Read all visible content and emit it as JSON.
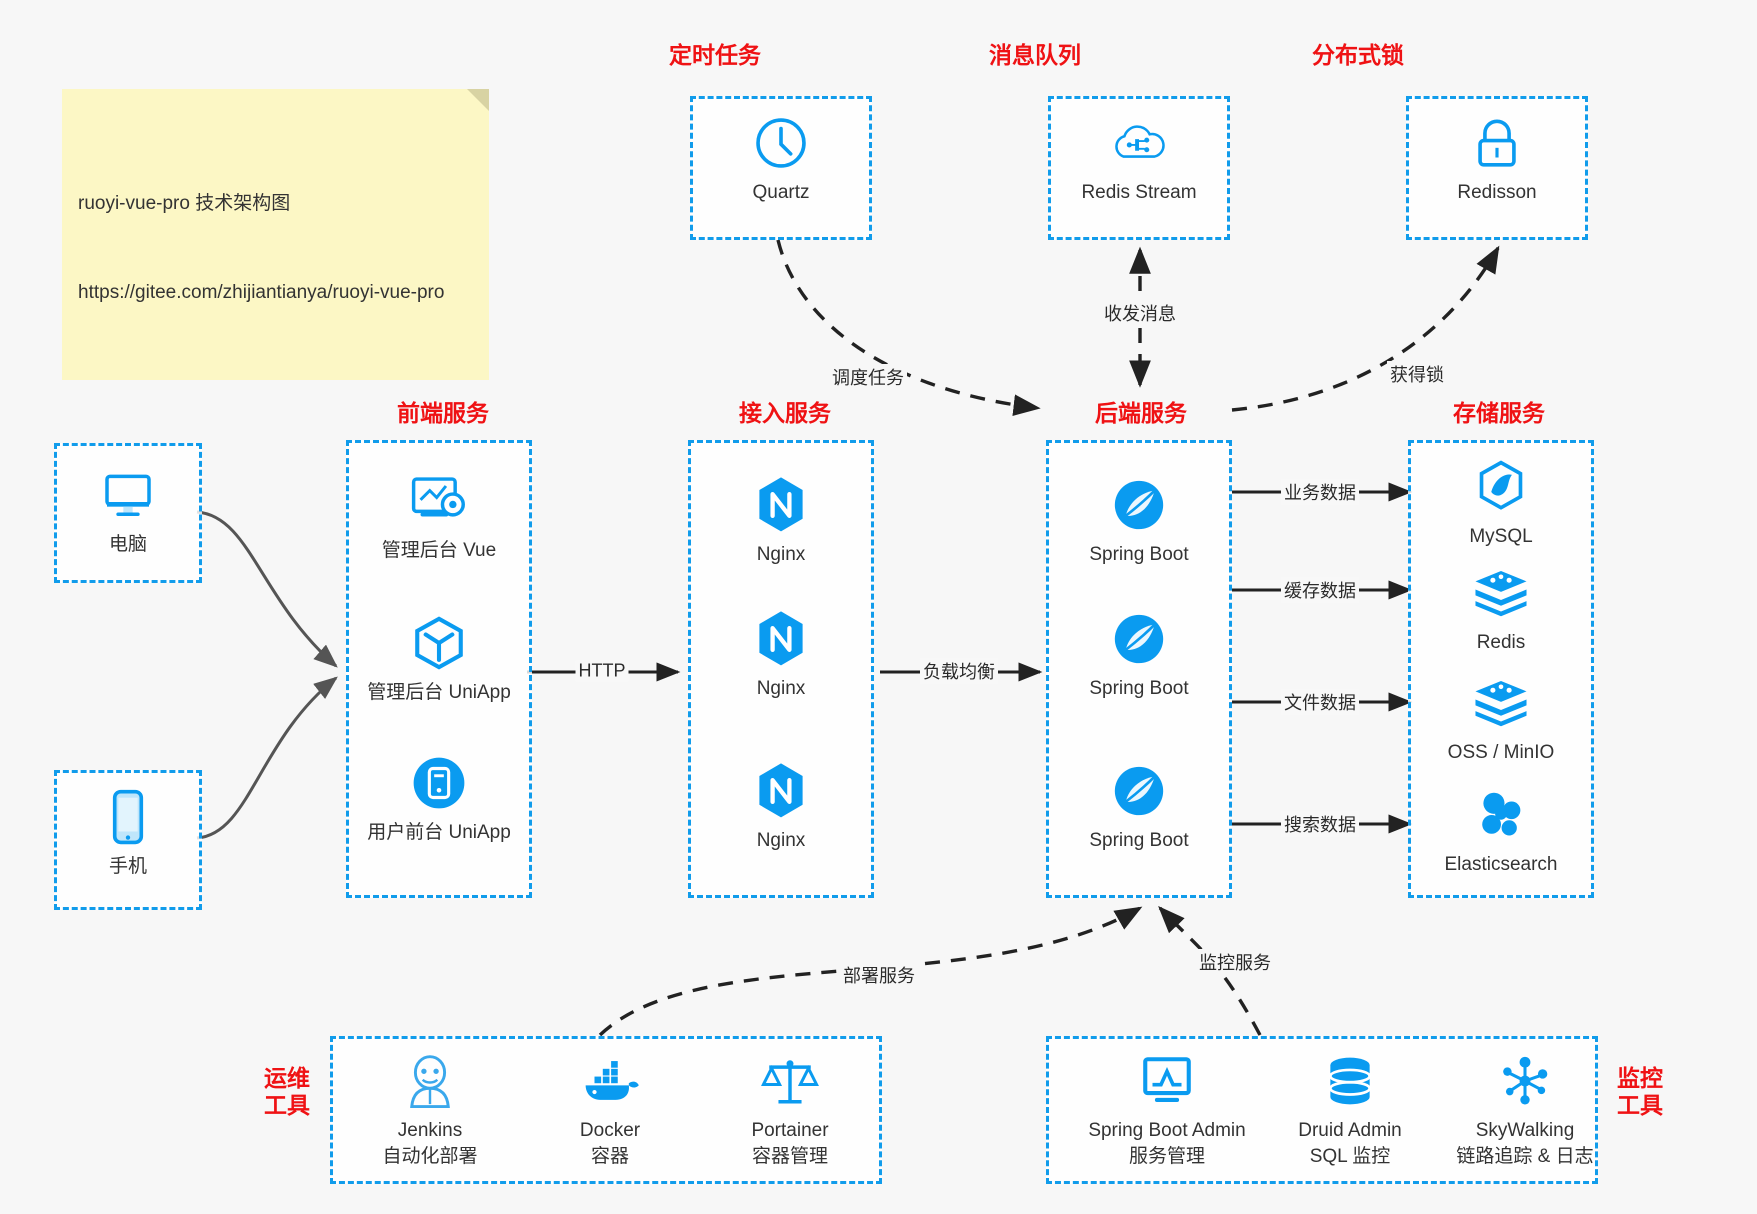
{
  "note": {
    "line1": "ruoyi-vue-pro 技术架构图",
    "line2": "https://gitee.com/zhijiantianya/ruoyi-vue-pro"
  },
  "colors": {
    "accent_blue": "#119ceb",
    "title_red": "#ef1214",
    "text": "#333333",
    "background": "#f7f7f7",
    "note_bg": "#fcf7c5",
    "arrow_gray": "#555555",
    "arrow_black": "#222222"
  },
  "groups": {
    "scheduler": {
      "title": "定时任务",
      "nodes": [
        {
          "label": "Quartz",
          "icon": "clock-icon"
        }
      ]
    },
    "mq": {
      "title": "消息队列",
      "nodes": [
        {
          "label": "Redis Stream",
          "icon": "cloud-network-icon"
        }
      ]
    },
    "lock": {
      "title": "分布式锁",
      "nodes": [
        {
          "label": "Redisson",
          "icon": "padlock-icon"
        }
      ]
    },
    "clients": {
      "nodes": [
        {
          "label": "电脑",
          "icon": "desktop-monitor-icon"
        },
        {
          "label": "手机",
          "icon": "mobile-phone-icon"
        }
      ]
    },
    "frontend": {
      "title": "前端服务",
      "nodes": [
        {
          "label": "管理后台 Vue",
          "icon": "dashboard-gear-icon"
        },
        {
          "label": "管理后台 UniApp",
          "icon": "uniapp-cube-icon"
        },
        {
          "label": "用户前台 UniApp",
          "icon": "app-device-icon"
        }
      ]
    },
    "gateway": {
      "title": "接入服务",
      "nodes": [
        {
          "label": "Nginx",
          "icon": "nginx-icon"
        },
        {
          "label": "Nginx",
          "icon": "nginx-icon"
        },
        {
          "label": "Nginx",
          "icon": "nginx-icon"
        }
      ]
    },
    "backend": {
      "title": "后端服务",
      "nodes": [
        {
          "label": "Spring Boot",
          "icon": "spring-boot-icon"
        },
        {
          "label": "Spring Boot",
          "icon": "spring-boot-icon"
        },
        {
          "label": "Spring Boot",
          "icon": "spring-boot-icon"
        }
      ]
    },
    "storage": {
      "title": "存储服务",
      "nodes": [
        {
          "label": "MySQL",
          "icon": "mysql-dolphin-icon"
        },
        {
          "label": "Redis",
          "icon": "redis-stack-icon"
        },
        {
          "label": "OSS / MinIO",
          "icon": "object-storage-icon"
        },
        {
          "label": "Elasticsearch",
          "icon": "elasticsearch-icon"
        }
      ]
    },
    "devops": {
      "title": "运维\n工具",
      "nodes": [
        {
          "label": "Jenkins\n自动化部署",
          "icon": "jenkins-butler-icon"
        },
        {
          "label": "Docker\n容器",
          "icon": "docker-whale-icon"
        },
        {
          "label": "Portainer\n容器管理",
          "icon": "portainer-scale-icon"
        }
      ]
    },
    "monitoring": {
      "title": "监控\n工具",
      "nodes": [
        {
          "label": "Spring Boot Admin\n服务管理",
          "icon": "monitor-chart-icon"
        },
        {
          "label": "Druid Admin\nSQL 监控",
          "icon": "database-cylinder-icon"
        },
        {
          "label": "SkyWalking\n链路追踪 & 日志",
          "icon": "skywalking-node-icon"
        }
      ]
    }
  },
  "edges": [
    {
      "label": "调度任务"
    },
    {
      "label": "收发消息"
    },
    {
      "label": "获得锁"
    },
    {
      "label": "HTTP"
    },
    {
      "label": "负载均衡"
    },
    {
      "label": "业务数据"
    },
    {
      "label": "缓存数据"
    },
    {
      "label": "文件数据"
    },
    {
      "label": "搜索数据"
    },
    {
      "label": "部署服务"
    },
    {
      "label": "监控服务"
    }
  ]
}
